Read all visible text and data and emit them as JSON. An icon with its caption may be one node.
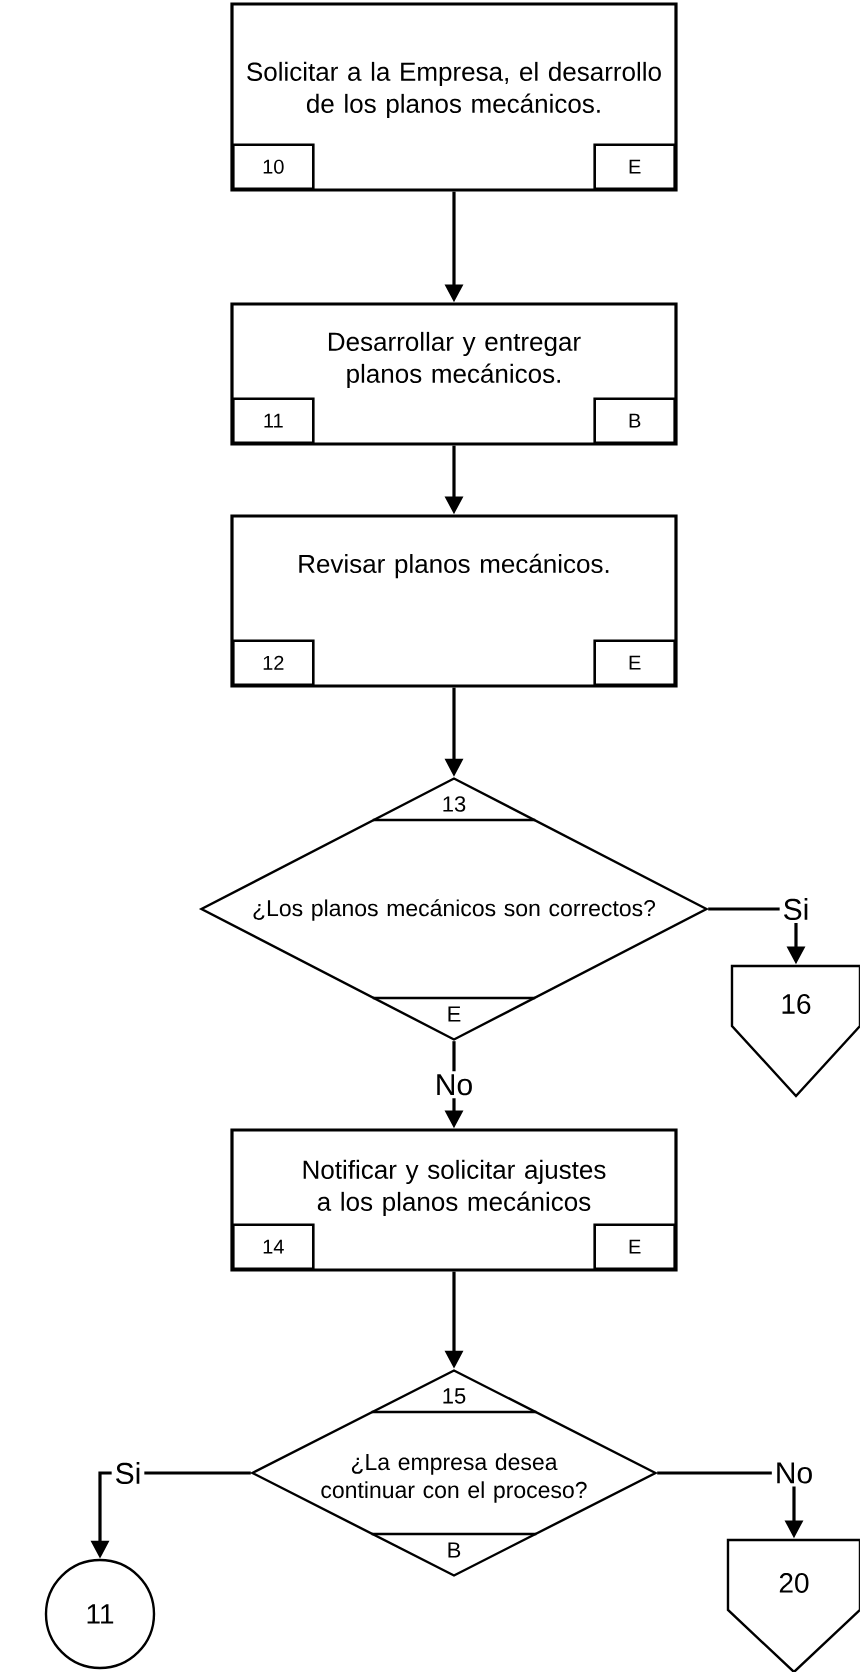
{
  "diagram": {
    "nodes": [
      {
        "text": [
          "Solicitar a la Empresa, el desarrollo de los planos mecánicos.",
          "10",
          "E"
        ]
      },
      {
        "text": [
          "Desarrollar y entregar planos mecánicos.",
          "11",
          "B"
        ]
      },
      {
        "text": [
          "Revisar planos mecánicos.",
          "12",
          "E"
        ]
      },
      {
        "text": [
          "13",
          "¿Los planos mecánicos son correctos?",
          "E"
        ]
      },
      {
        "text": [
          "16"
        ]
      },
      {
        "text": [
          "Notificar y solicitar ajustes a los planos mecánicos",
          "14",
          "E"
        ]
      },
      {
        "text": [
          "15",
          "¿La empresa desea continuar con el proceso?",
          "B"
        ]
      },
      {
        "text": [
          "11"
        ]
      },
      {
        "text": [
          "20"
        ]
      }
    ],
    "edges": [
      {
        "from": 0,
        "to": 1,
        "arrow": "to"
      },
      {
        "from": 1,
        "to": 2,
        "arrow": "to"
      },
      {
        "from": 2,
        "to": 3,
        "arrow": "to"
      },
      {
        "from": 3,
        "to": 4,
        "arrow": "to",
        "label": "Si"
      },
      {
        "from": 3,
        "to": 5,
        "arrow": "to",
        "label": "No"
      },
      {
        "from": 5,
        "to": 6,
        "arrow": "to"
      },
      {
        "from": 6,
        "to": 7,
        "arrow": "to",
        "label": "Si"
      },
      {
        "from": 6,
        "to": 8,
        "arrow": "to",
        "label": "No"
      }
    ]
  }
}
